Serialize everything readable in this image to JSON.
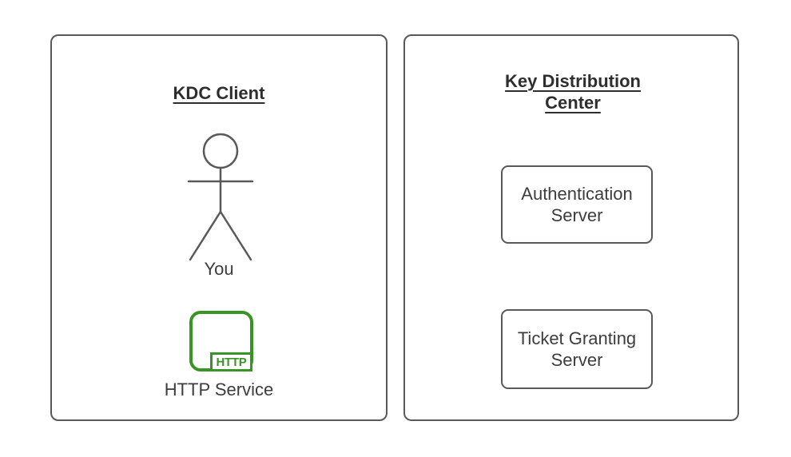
{
  "diagram": {
    "background": "#ffffff",
    "colors": {
      "panel_border": "#595959",
      "server_box_border": "#595959",
      "actor_stroke": "#595959",
      "service_green": "#389424",
      "title_text": "#2e2e2e",
      "label_text": "#3d3d3d"
    },
    "left_panel": {
      "title": "KDC Client",
      "actor_label": "You",
      "http_service": {
        "badge": "HTTP",
        "label": "HTTP Service"
      }
    },
    "right_panel": {
      "title": "Key Distribution Center",
      "servers": [
        {
          "label": "Authentication Server"
        },
        {
          "label": "Ticket Granting Server"
        }
      ]
    }
  }
}
